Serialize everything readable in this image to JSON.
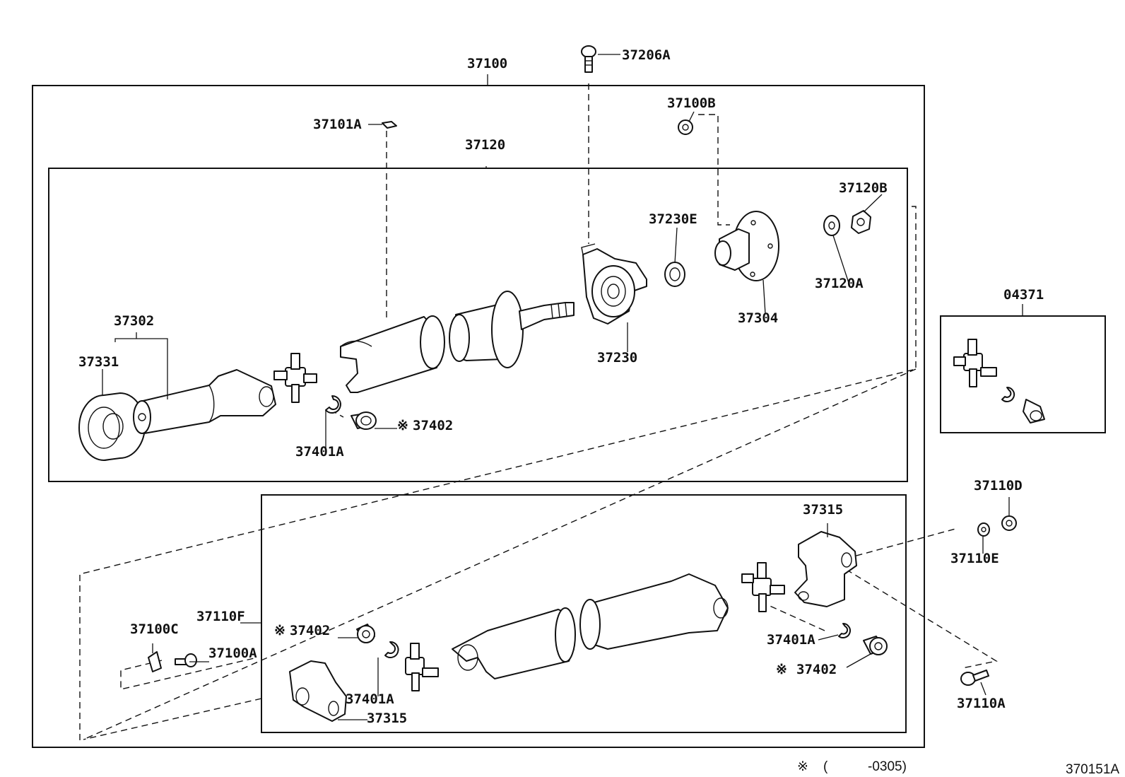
{
  "diagram": {
    "labels": {
      "p37100": "37100",
      "p37206A": "37206A",
      "p37100B": "37100B",
      "p37101A": "37101A",
      "p37120": "37120",
      "p37120B": "37120B",
      "p37230E": "37230E",
      "p37120A": "37120A",
      "p37304": "37304",
      "p37230": "37230",
      "p37302": "37302",
      "p37331": "37331",
      "p37402_top": "37402",
      "p37401A_top": "37401A",
      "p04371": "04371",
      "p37110D": "37110D",
      "p37110E": "37110E",
      "p37315_right": "37315",
      "p37110F": "37110F",
      "p37100C": "37100C",
      "p37100A": "37100A",
      "p37402_left": "37402",
      "p37401A_mid": "37401A",
      "p37315_left": "37315",
      "p37401A_right": "37401A",
      "p37402_right": "37402",
      "p37110A": "37110A"
    },
    "marks": {
      "kome": "※"
    },
    "footnote": {
      "mark": "※",
      "open": "(",
      "range": "-0305)"
    },
    "figure_id": "370151A"
  }
}
